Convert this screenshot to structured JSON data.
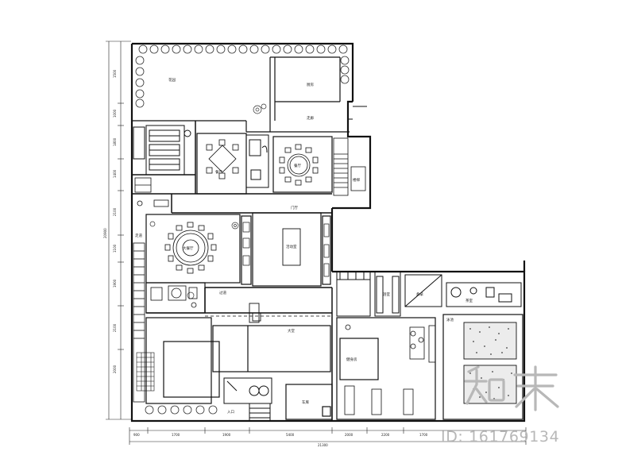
{
  "labels": {
    "north_garden": "花园",
    "kitchen": "厨房",
    "corridor_north": "走廊",
    "dining_room_small": "餐厅",
    "dining_room_round": "餐厅",
    "stair_north": "楼梯",
    "hall": "门厅",
    "big_round_table": "大餐厅",
    "central_room": "活动室",
    "passage": "过道",
    "lobby": "大堂",
    "hallway_left": "走道",
    "gym": "健身房",
    "pool_room": "泳池",
    "bath": "浴室",
    "sauna": "桑拿",
    "tea": "茶室",
    "entrance": "入口",
    "garage": "车库"
  },
  "dimensions": {
    "left_vertical": [
      "1500",
      "1000",
      "1800",
      "1400",
      "2100",
      "1100",
      "1900",
      "2100",
      "2000"
    ],
    "left_total": "20900",
    "bottom_segments": [
      "900",
      "1700",
      "1900",
      "5400",
      "2000",
      "2200",
      "1700"
    ],
    "bottom_total": "21300"
  },
  "watermark": {
    "logo_text": "知末",
    "id_text": "ID: 161769134"
  },
  "colors": {
    "line": "#1a1a1a",
    "wall": "#111111",
    "tree": "#333333",
    "watermark": "#b8b8b8"
  }
}
